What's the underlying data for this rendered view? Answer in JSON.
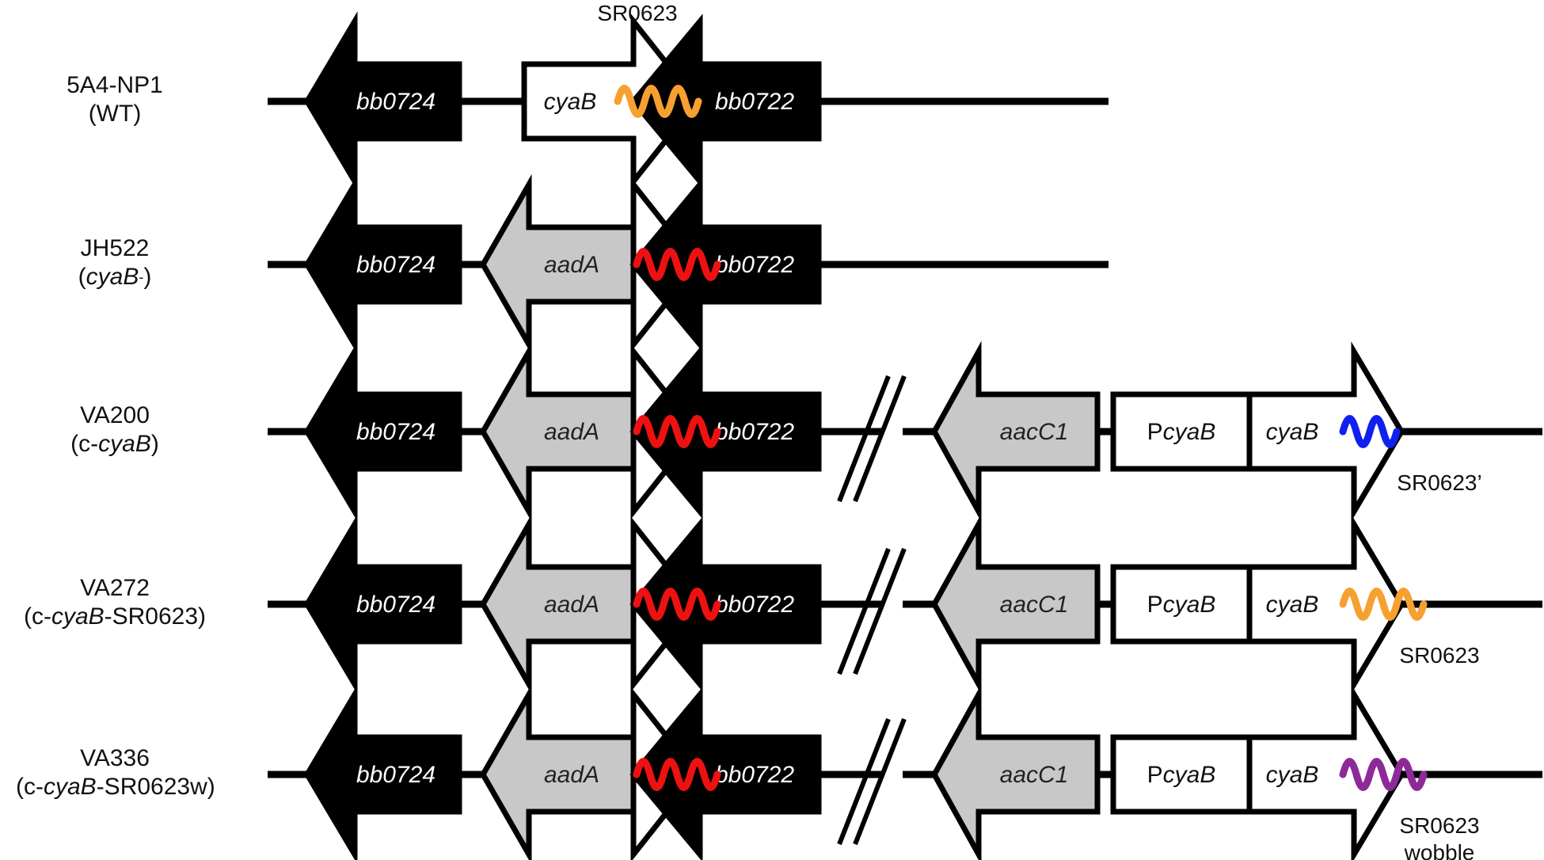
{
  "colors": {
    "line": "#000000",
    "black_gene": "#000000",
    "gray_gene": "#c8c8c8",
    "white_gene": "#ffffff",
    "srna_orange": "#f7a030",
    "srna_red": "#ee1111",
    "srna_blue": "#1020ee",
    "srna_purple": "#8e2a98"
  },
  "top_annotation": "SR0623",
  "genes": {
    "bb0724": "bb0724",
    "bb0722": "bb0722",
    "cyaB": "cyaB",
    "aadA": "aadA",
    "aacC1": "aacC1",
    "promoter_prefix": "P",
    "promoter_gene": "cyaB"
  },
  "strains": [
    {
      "name": "5A4-NP1",
      "desc": [
        {
          "t": "(WT)",
          "i": false
        }
      ],
      "locus": "wt",
      "srna": "orange",
      "complement": false
    },
    {
      "name": "JH522",
      "desc": [
        {
          "t": "(",
          "i": false
        },
        {
          "t": "cyaB",
          "i": true
        },
        {
          "t": "-",
          "i": false,
          "sup": true
        },
        {
          "t": ")",
          "i": false
        }
      ],
      "locus": "mutant",
      "srna": "red",
      "complement": false
    },
    {
      "name": "VA200",
      "desc": [
        {
          "t": "(c-",
          "i": false
        },
        {
          "t": "cyaB",
          "i": true
        },
        {
          "t": ")",
          "i": false
        }
      ],
      "locus": "mutant",
      "srna": "red",
      "complement": true,
      "comp_srna": "blue",
      "comp_label": [
        "SR0623’"
      ]
    },
    {
      "name": "VA272",
      "desc": [
        {
          "t": "(c-",
          "i": false
        },
        {
          "t": "cyaB",
          "i": true
        },
        {
          "t": "-SR0623)",
          "i": false
        }
      ],
      "locus": "mutant",
      "srna": "red",
      "complement": true,
      "comp_srna": "orange",
      "comp_label": [
        "SR0623"
      ]
    },
    {
      "name": "VA336",
      "desc": [
        {
          "t": "(c-",
          "i": false
        },
        {
          "t": "cyaB",
          "i": true
        },
        {
          "t": "-SR0623w)",
          "i": false
        }
      ],
      "locus": "mutant",
      "srna": "red",
      "complement": true,
      "comp_srna": "purple",
      "comp_label": [
        "SR0623",
        "wobble"
      ]
    }
  ]
}
